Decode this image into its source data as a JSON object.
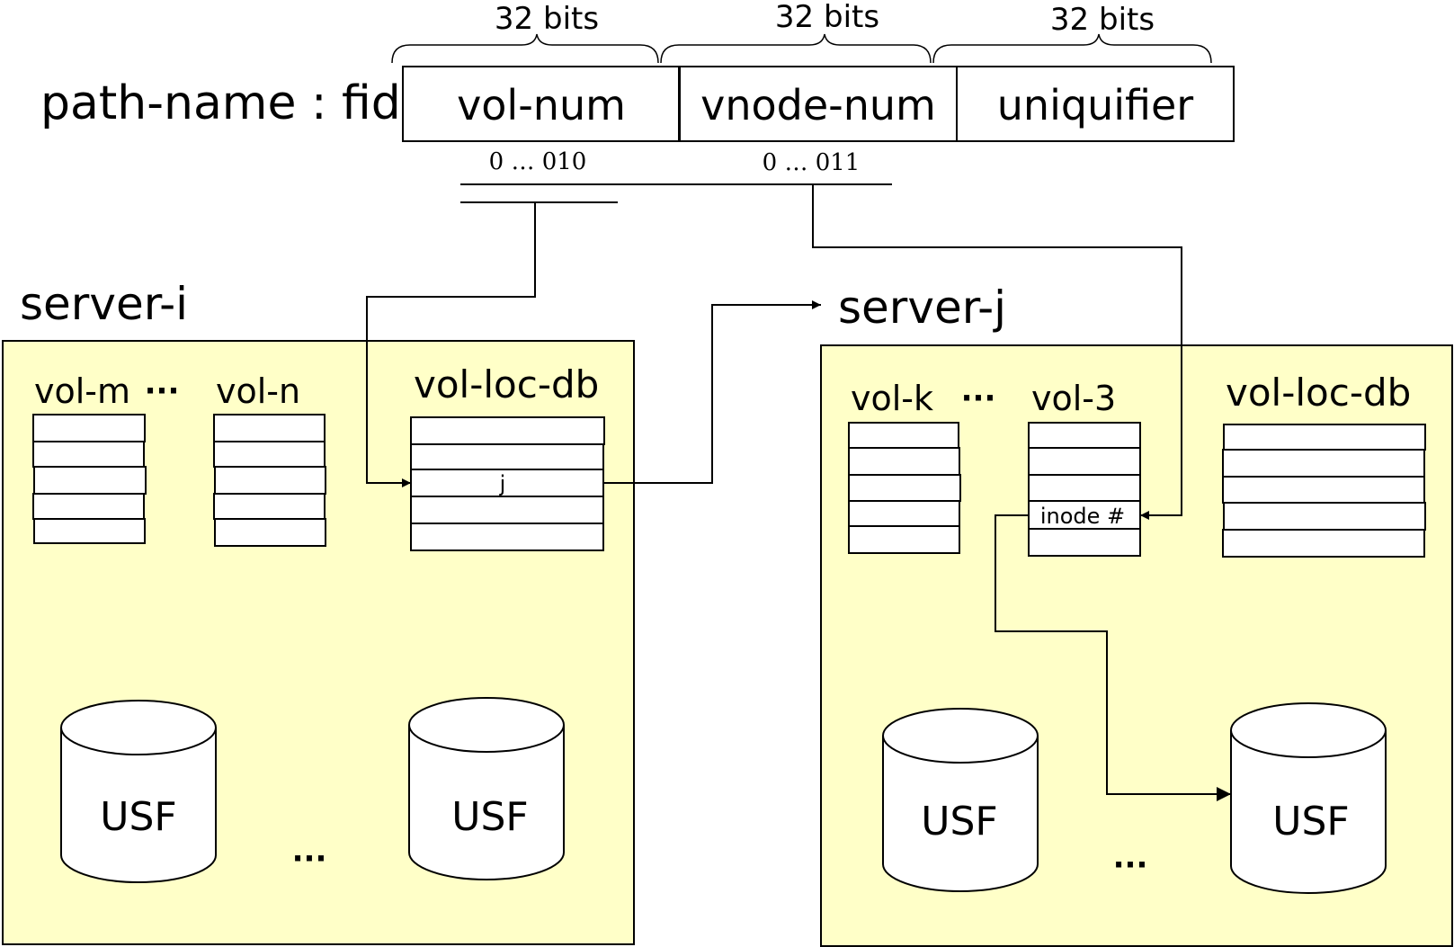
{
  "fid": {
    "label": "path-name : fid",
    "fields": [
      {
        "name": "vol-num",
        "width_label": "32 bits",
        "value": "0 … 010"
      },
      {
        "name": "vnode-num",
        "width_label": "32 bits",
        "value": "0 … 011"
      },
      {
        "name": "uniquifier",
        "width_label": "32 bits",
        "value": ""
      }
    ]
  },
  "server_i": {
    "title": "server-i",
    "vol_a": "vol-m",
    "ellipsis": "···",
    "vol_b": "vol-n",
    "db_label": "vol-loc-db",
    "db_entry": "j",
    "disk_a": "USF",
    "disk_b": "USF",
    "disk_ellipsis": "···"
  },
  "server_j": {
    "title": "server-j",
    "vol_a": "vol-k",
    "ellipsis": "···",
    "vol_b": "vol-3",
    "inode_entry": "inode #",
    "db_label": "vol-loc-db",
    "disk_a": "USF",
    "disk_b": "USF",
    "disk_ellipsis": "···"
  },
  "colors": {
    "server_fill": "#ffffc8",
    "stroke": "#000000"
  }
}
